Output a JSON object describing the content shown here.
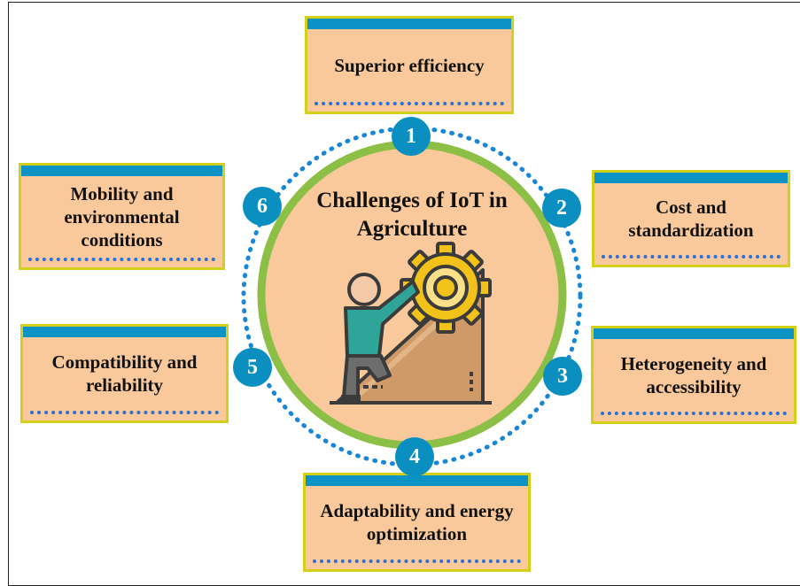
{
  "diagram": {
    "center_title": "Challenges of IoT in Agriculture",
    "center_icon": "person-climbing-gear-icon",
    "challenges": [
      {
        "number": "1",
        "label": "Superior efficiency"
      },
      {
        "number": "2",
        "label": "Cost and standardization"
      },
      {
        "number": "3",
        "label": "Heterogeneity and accessibility"
      },
      {
        "number": "4",
        "label": "Adaptability and energy optimization"
      },
      {
        "number": "5",
        "label": "Compatibility and reliability"
      },
      {
        "number": "6",
        "label": "Mobility and environmental conditions"
      }
    ]
  },
  "colors": {
    "box_fill": "#f9c99b",
    "box_border": "#d4cf19",
    "box_topbar": "#0a93c4",
    "ring": "#8bbf45",
    "badge": "#0a8fc0",
    "dotted_ring": "#1a86d6"
  }
}
